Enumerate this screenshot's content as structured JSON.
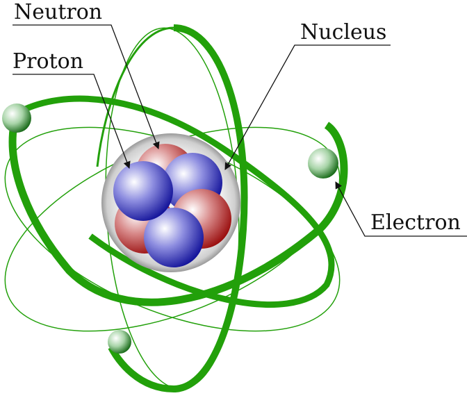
{
  "diagram": {
    "type": "atom",
    "colors": {
      "orbit": "#22a00a",
      "proton": "#2a2ab0",
      "neutron": "#b02020",
      "nucleus_shell": "#bdbdbd",
      "electron": "#1e8a1e",
      "leader_line": "#111111"
    },
    "labels": {
      "neutron": "Neutron",
      "proton": "Proton",
      "nucleus": "Nucleus",
      "electron": "Electron"
    },
    "particles": {
      "protons": 3,
      "neutrons": 3,
      "electrons": 3
    }
  }
}
